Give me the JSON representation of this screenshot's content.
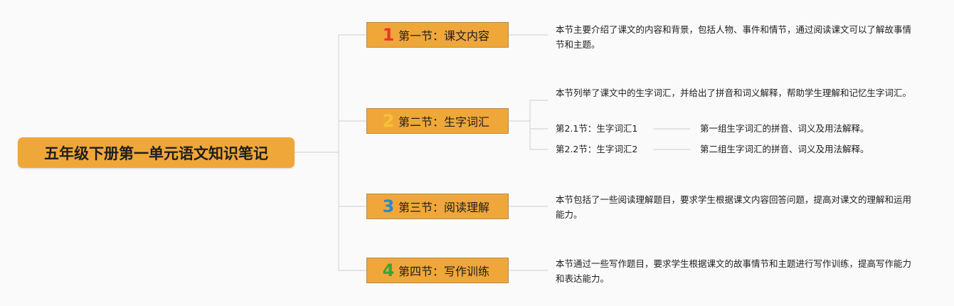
{
  "root": {
    "title": "五年级下册第一单元语文知识笔记"
  },
  "colors": {
    "node_fill": "#f0a73a",
    "num1": "#e5372c",
    "num2": "#f6c338",
    "num3": "#2f86c8",
    "num4": "#3aa33a",
    "line": "#d8d8d8"
  },
  "sections": [
    {
      "num": "1",
      "title": "第一节：课文内容",
      "desc": "本节主要介绍了课文的内容和背景，包括人物、事件和情节，通过阅读课文可以了解故事情节和主题。"
    },
    {
      "num": "2",
      "title": "第二节：生字词汇",
      "desc": "本节列举了课文中的生字词汇，并给出了拼音和词义解释，帮助学生理解和记忆生字词汇。",
      "subs": [
        {
          "label": "第2.1节：生字词汇1",
          "detail": "第一组生字词汇的拼音、词义及用法解释。"
        },
        {
          "label": "第2.2节：生字词汇2",
          "detail": "第二组生字词汇的拼音、词义及用法解释。"
        }
      ]
    },
    {
      "num": "3",
      "title": "第三节：阅读理解",
      "desc": "本节包括了一些阅读理解题目，要求学生根据课文内容回答问题，提高对课文的理解和运用能力。"
    },
    {
      "num": "4",
      "title": "第四节：写作训练",
      "desc": "本节通过一些写作题目，要求学生根据课文的故事情节和主题进行写作训练，提高写作能力和表达能力。"
    }
  ]
}
